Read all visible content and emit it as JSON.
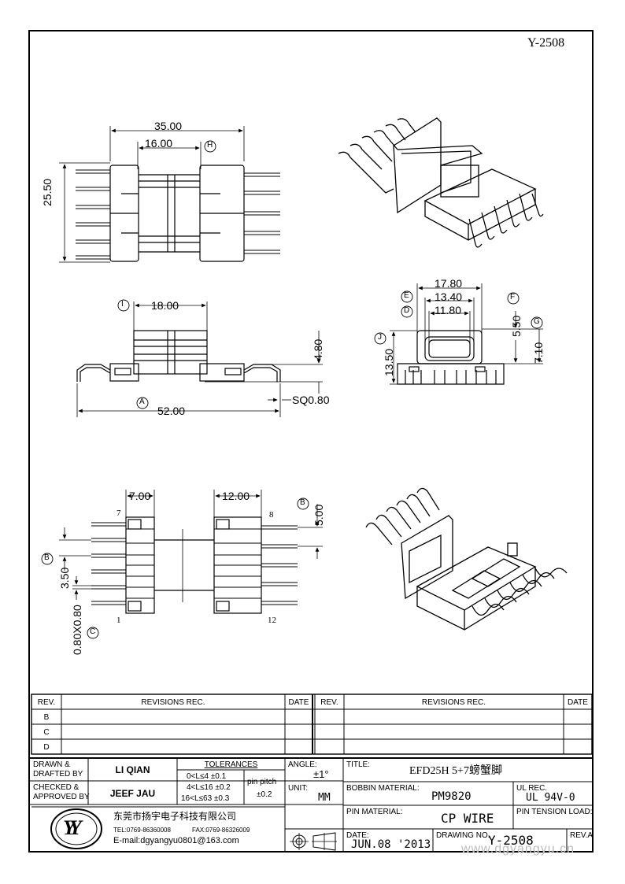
{
  "drawing": {
    "number_top": "Y-2508",
    "top_view": {
      "overall_width": "35.00",
      "inner_width": "16.00",
      "height": "25.50",
      "mark": "H"
    },
    "side_view": {
      "width_i": "18.00",
      "height": "4.80",
      "overall": "52.00",
      "pin": "SQ0.80",
      "mark_a": "A",
      "mark_i": "I"
    },
    "end_view": {
      "w1": "17.80",
      "w2": "13.40",
      "w3": "11.80",
      "h1": "5.50",
      "h2": "7.10",
      "h_total": "13.50",
      "mark_e": "E",
      "mark_d": "D",
      "mark_f": "F",
      "mark_g": "G",
      "mark_j": "J"
    },
    "bottom_view": {
      "w_left": "7.00",
      "w_right": "12.00",
      "pitch_b": "5.00",
      "pitch_side": "3.50",
      "pin_size": "0.80X0.80",
      "mark_b": "B",
      "mark_c": "C",
      "pin_7": "7",
      "pin_8": "8",
      "pin_1": "1",
      "pin_12": "12"
    }
  },
  "revisions": {
    "header_rev": "REV.",
    "header_rec": "REVISIONS    REC.",
    "header_date": "DATE",
    "rows": [
      "B",
      "C",
      "D"
    ]
  },
  "title_block": {
    "drawn_label": "DRAWN  &\nDRAFTED  BY",
    "drawn_by": "LI QIAN",
    "checked_label": "CHECKED  &\nAPPROVED  BY",
    "checked_by": "JEEF JAU",
    "tolerances_label": "TOLERANCES",
    "tol_1": "0<L≤4    ±0.1",
    "tol_2": "4<L≤16  ±0.2",
    "tol_3": "16<L≤63 ±0.3",
    "pin_pitch_label": "pin pitch",
    "pin_pitch_value": "±0.2",
    "angle_label": "ANGLE:",
    "angle_value": "±1°",
    "unit_label": "UNIT:",
    "unit_value": "MM",
    "title_label": "TITLE:",
    "title_value": "EFD25H 5+7螃蟹脚",
    "bobbin_label": "BOBBIN MATERIAL:",
    "bobbin_value": "PM9820",
    "ul_label": "UL REC.",
    "ul_value": "UL 94V-0",
    "pin_material_label": "PIN MATERIAL:",
    "pin_material_value": "CP WIRE",
    "pin_tension_label": "PIN TENSION LOAD:",
    "date_label": "DATE:",
    "date_value": "JUN.08 '2013",
    "drawing_no_label": "DRAWING NO.",
    "drawing_no_value": "Y-2508",
    "rev_label": "REV.A",
    "company_name": "东莞市扬宇电子科技有限公司",
    "tel": "TEL:0769-86360008",
    "fax": "FAX:0769-86326009",
    "email": "E-mail:dgyangyu0801@163.com",
    "logo_letters": "YY",
    "watermark": "www.dgyangyu.cn"
  }
}
